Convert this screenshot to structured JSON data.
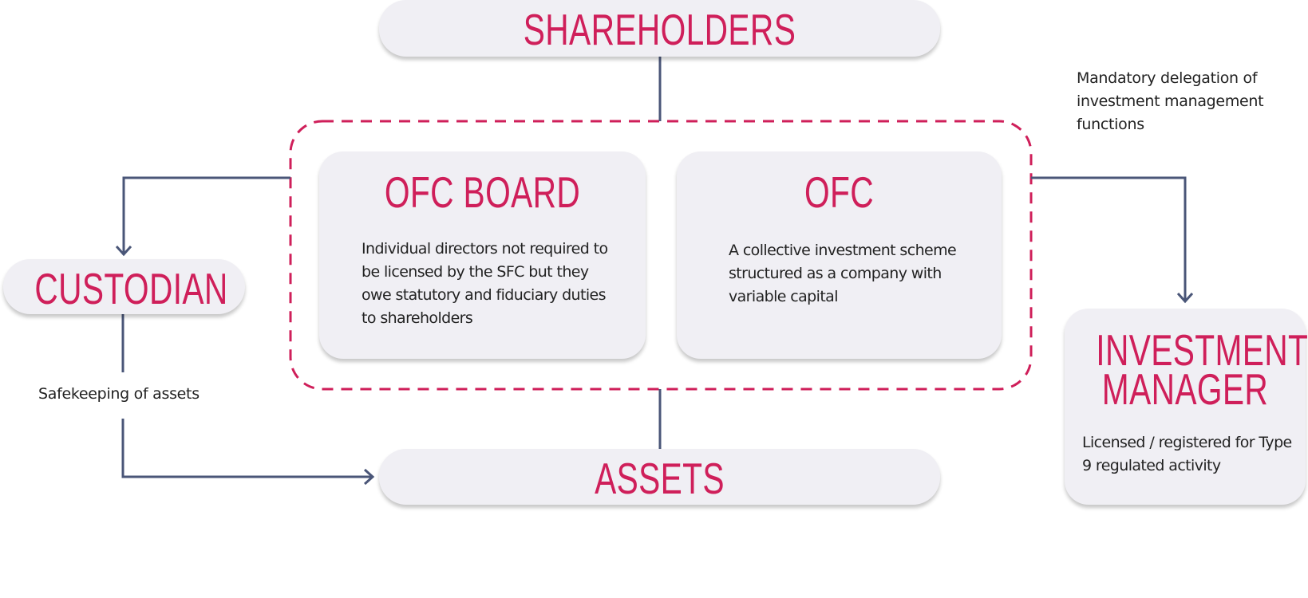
{
  "nodes": {
    "shareholders": {
      "title": "SHAREHOLDERS"
    },
    "ofc_board": {
      "title": "OFC BOARD",
      "description": "Individual directors not required to be licensed by the SFC but they owe statutory and fiduciary duties to shareholders"
    },
    "ofc": {
      "title": "OFC",
      "description": "A collective investment scheme structured as a company with variable capital"
    },
    "custodian": {
      "title": "CUSTODIAN"
    },
    "assets": {
      "title": "ASSETS"
    },
    "investment_manager": {
      "title_line1": "INVESTMENT",
      "title_line2": "MANAGER",
      "description": "Licensed / registered for Type 9 regulated activity"
    }
  },
  "annotations": {
    "delegation_note": "Mandatory delegation of investment management functions",
    "safekeeping_note": "Safekeeping of assets"
  },
  "colors": {
    "accent": "#cf1f5a",
    "connector": "#4a5678",
    "box_fill": "#f0eff4",
    "text": "#222222"
  }
}
